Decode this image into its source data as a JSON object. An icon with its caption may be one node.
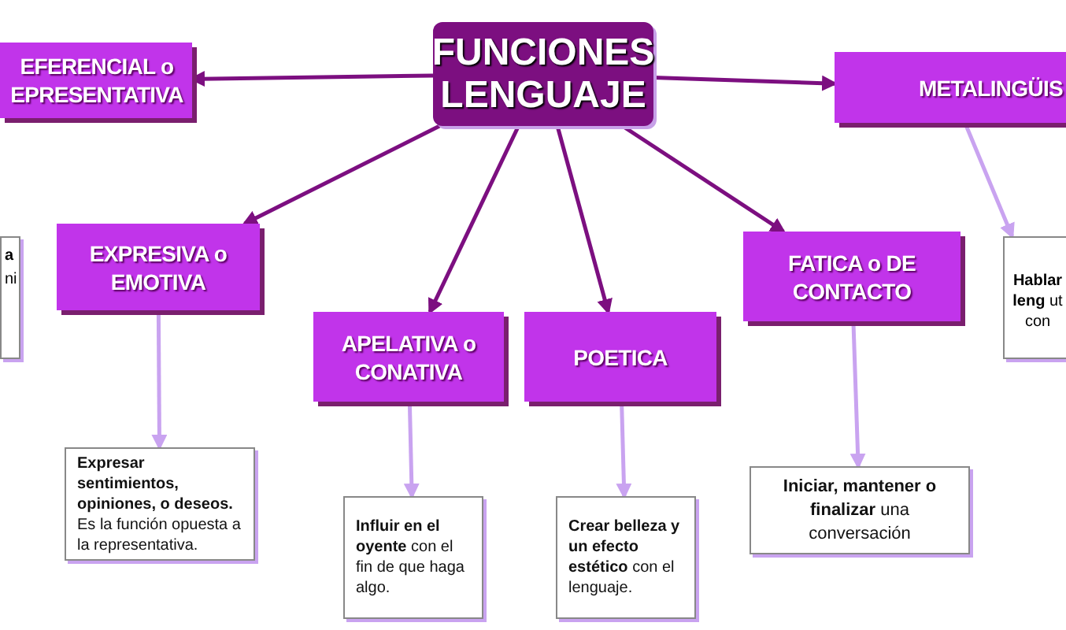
{
  "diagram": {
    "nodes": [
      {
        "text": [
          "FUNCIONES LENGUAJE"
        ]
      },
      {
        "text": [
          "EFERENCIAL o EPRESENTATIVA"
        ]
      },
      {
        "text": [
          "METALINGÜIS"
        ]
      },
      {
        "text": [
          "EXPRESIVA o EMOTIVA"
        ]
      },
      {
        "text": [
          "APELATIVA o CONATIVA"
        ]
      },
      {
        "text": [
          "POETICA"
        ]
      },
      {
        "text": [
          "FATICA o DE CONTACTO"
        ]
      },
      {
        "text": [
          "**a** ni"
        ]
      },
      {
        "text": [
          "**Hablar leng** ut con"
        ]
      },
      {
        "text": [
          "**Expresar sentimientos, opiniones, o deseos.** Es la función opuesta a la representativa."
        ]
      },
      {
        "text": [
          "**Influir en el oyente** con el fin de que haga algo."
        ]
      },
      {
        "text": [
          "**Crear belleza y un efecto estético** con el lenguaje."
        ]
      },
      {
        "text": [
          "**Iniciar, mantener o finalizar** una conversación"
        ]
      }
    ],
    "edges": [
      {
        "from": 0,
        "to": 1,
        "arrow": "to"
      },
      {
        "from": 0,
        "to": 2,
        "arrow": "to"
      },
      {
        "from": 0,
        "to": 3,
        "arrow": "to"
      },
      {
        "from": 0,
        "to": 4,
        "arrow": "to"
      },
      {
        "from": 0,
        "to": 5,
        "arrow": "to"
      },
      {
        "from": 0,
        "to": 6,
        "arrow": "to"
      },
      {
        "from": 3,
        "to": 9,
        "arrow": "to",
        "color": "#c9a3f0"
      },
      {
        "from": 4,
        "to": 10,
        "arrow": "to",
        "color": "#c9a3f0"
      },
      {
        "from": 5,
        "to": 11,
        "arrow": "to",
        "color": "#c9a3f0"
      },
      {
        "from": 6,
        "to": 12,
        "arrow": "to",
        "color": "#c9a3f0"
      },
      {
        "from": 2,
        "to": 8,
        "arrow": "to",
        "color": "#c9a3f0"
      }
    ]
  }
}
